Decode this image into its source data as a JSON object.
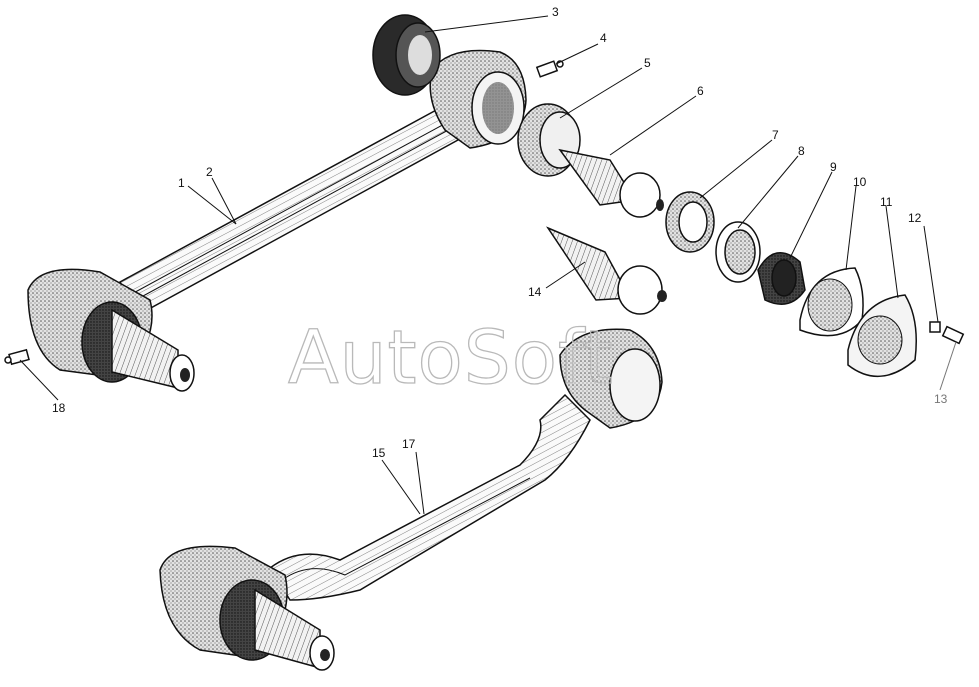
{
  "watermark": "AutoSoft",
  "callouts": [
    {
      "id": "label-1",
      "text": "1"
    },
    {
      "id": "label-2",
      "text": "2"
    },
    {
      "id": "label-3",
      "text": "3"
    },
    {
      "id": "label-4",
      "text": "4"
    },
    {
      "id": "label-5",
      "text": "5"
    },
    {
      "id": "label-6",
      "text": "6"
    },
    {
      "id": "label-7",
      "text": "7"
    },
    {
      "id": "label-8",
      "text": "8"
    },
    {
      "id": "label-9",
      "text": "9"
    },
    {
      "id": "label-10",
      "text": "10"
    },
    {
      "id": "label-11",
      "text": "11"
    },
    {
      "id": "label-12",
      "text": "12"
    },
    {
      "id": "label-13",
      "text": "13"
    },
    {
      "id": "label-14",
      "text": "14"
    },
    {
      "id": "label-15",
      "text": "15"
    },
    {
      "id": "label-17",
      "text": "17"
    },
    {
      "id": "label-18",
      "text": "18"
    }
  ]
}
